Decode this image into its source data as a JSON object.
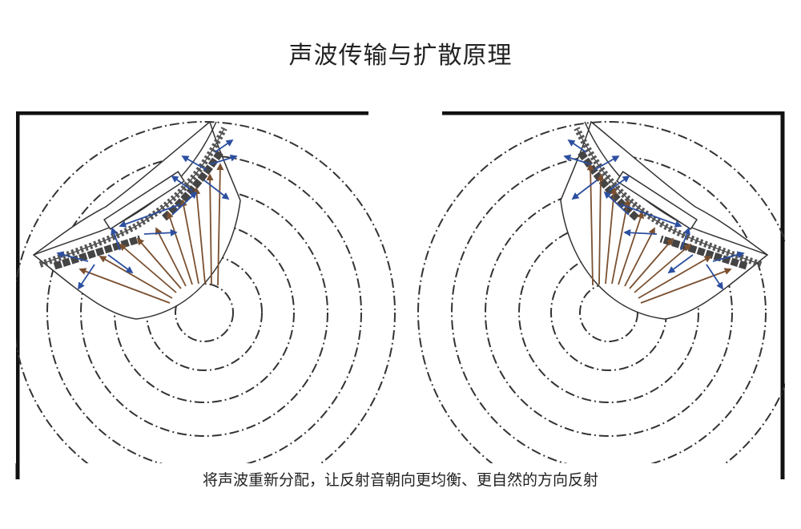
{
  "title": "声波传输与扩散原理",
  "caption": "将声波重新分配，让反射音朝向更均衡、更自然的方向反射",
  "colors": {
    "wall": "#111111",
    "wave": "#333333",
    "panel": "#444444",
    "tile": "#555555",
    "arrow_incident": "#7a5030",
    "arrow_reflect": "#2c4fa0"
  },
  "legend": {
    "incident": "brown-arrows",
    "reflected": "blue-arrows"
  }
}
